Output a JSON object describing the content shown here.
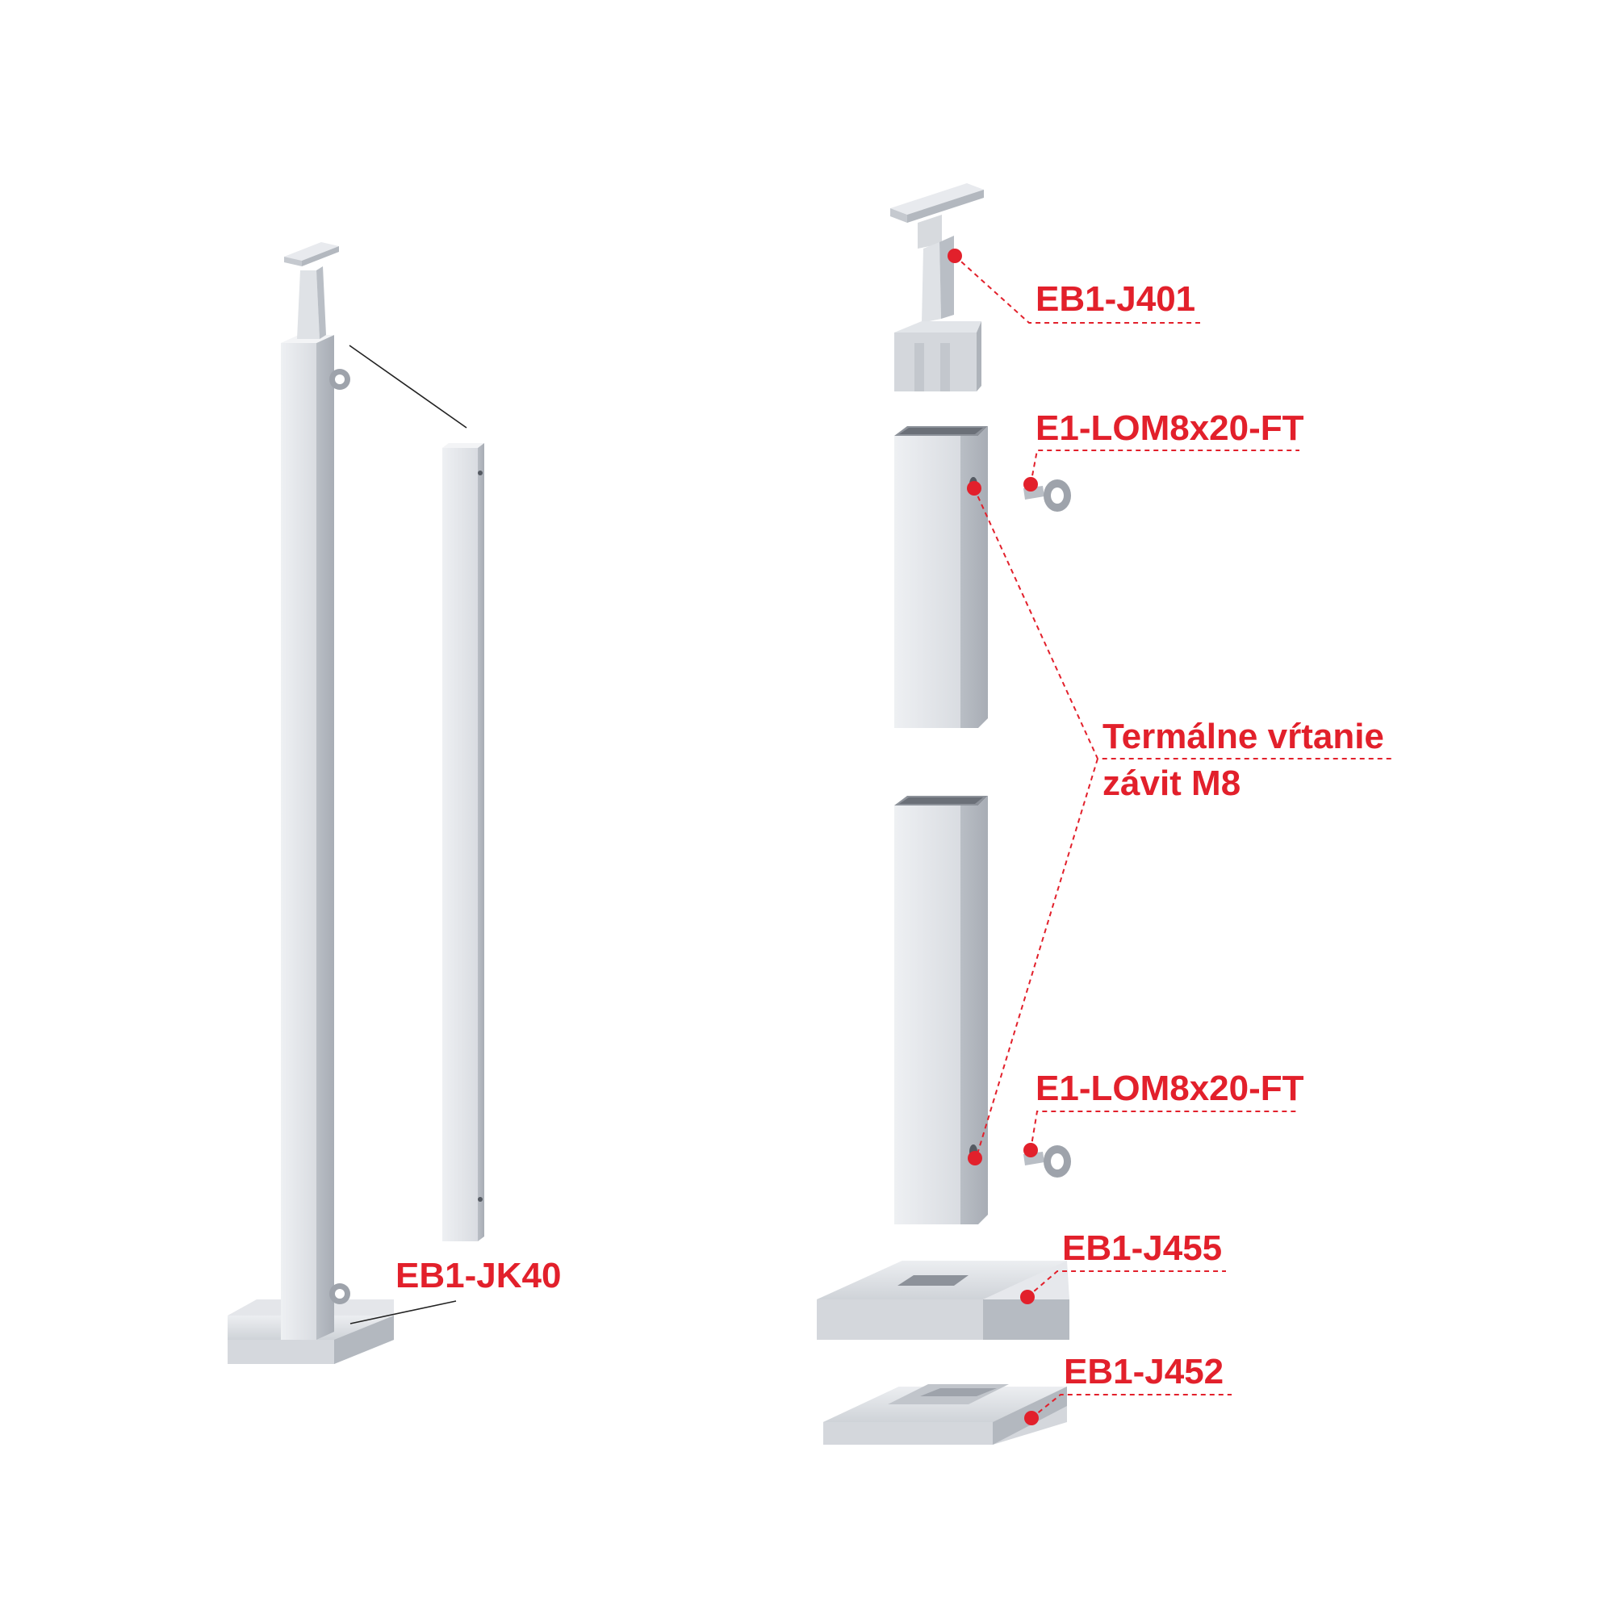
{
  "accent_color": "#e2202b",
  "metal_light": "#e6e8ec",
  "metal_mid": "#c9cdd3",
  "metal_dark": "#a9aeb6",
  "labels": {
    "handrail_holder": "EB1-J401",
    "eye_bolt_top": "E1-LOM8x20-FT",
    "thermal_drilling_line1": "Termálne vŕtanie",
    "thermal_drilling_line2": "závit M8",
    "eye_bolt_bottom": "E1-LOM8x20-FT",
    "cover_cap": "EB1-J455",
    "base_plate": "EB1-J452",
    "assembled_post": "EB1-JK40"
  }
}
